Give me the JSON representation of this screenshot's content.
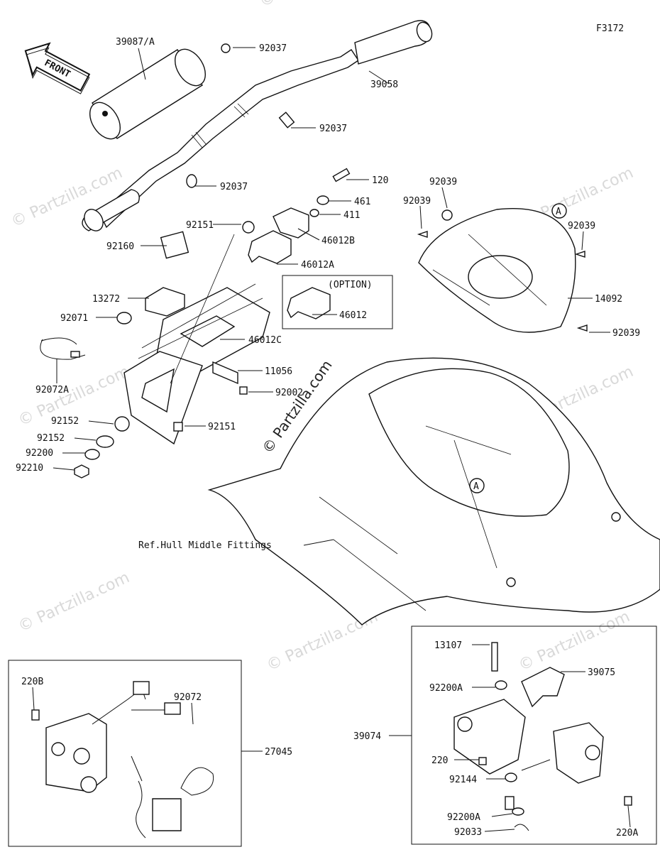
{
  "figure_code": "F3172",
  "front_label": "FRONT",
  "option_label": "(OPTION)",
  "ref_text": "Ref.Hull Middle Fittings",
  "ref_marker": "A",
  "watermarks": [
    "© Partzilla.com"
  ],
  "parts": [
    "39087/A",
    "92037",
    "92037",
    "92037",
    "39058",
    "120",
    "461",
    "411",
    "46012B",
    "46012A",
    "46012",
    "92151",
    "92160",
    "13272",
    "92071",
    "46012C",
    "11056",
    "92002",
    "92151",
    "92072A",
    "92152",
    "92152",
    "92200",
    "92210",
    "92039",
    "92039",
    "92039",
    "92039",
    "14092",
    "220B",
    "92072",
    "27045",
    "13107",
    "92200A",
    "39075",
    "39074",
    "220",
    "92144",
    "92200A",
    "92033",
    "220A"
  ]
}
